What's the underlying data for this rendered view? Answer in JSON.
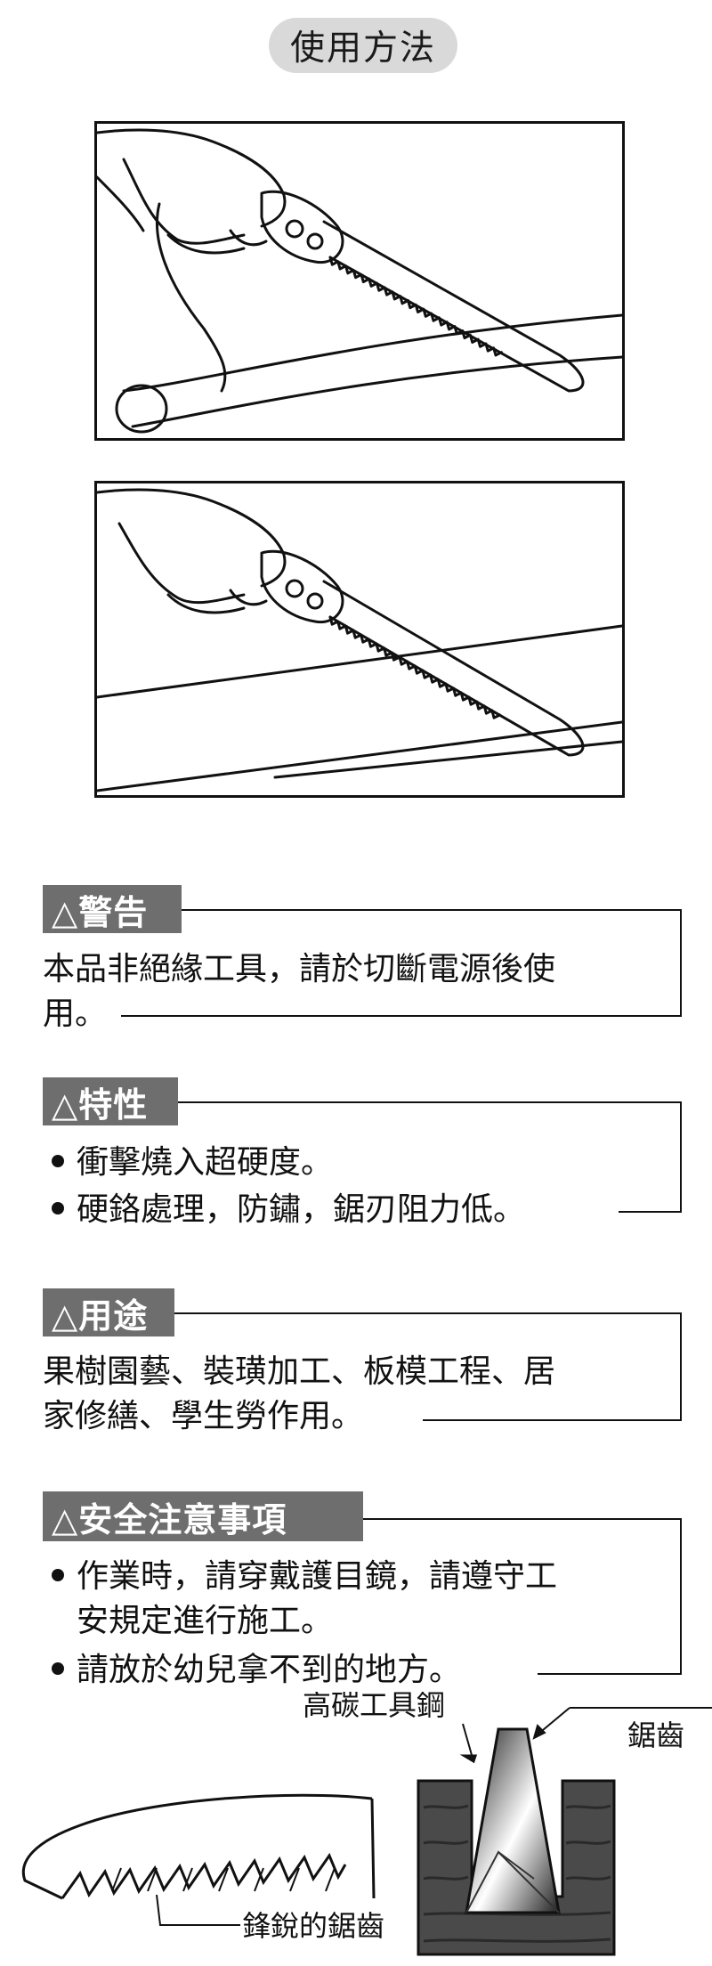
{
  "title": "使用方法",
  "sections": {
    "warning": {
      "icon": "warning-triangle-icon",
      "header": "△警告",
      "line1": "本品非絕緣工具，請於切斷電源後使",
      "line2": "用。"
    },
    "features": {
      "icon": "warning-triangle-icon",
      "header": "△特性",
      "bullets": [
        "衝擊燒入超硬度。",
        "硬鉻處理，防鏽，鋸刃阻力低。"
      ]
    },
    "uses": {
      "icon": "warning-triangle-icon",
      "header": "△用途",
      "line1": "果樹園藝、裝璜加工、板模工程、居",
      "line2": "家修繕、學生勞作用。"
    },
    "safety": {
      "icon": "warning-triangle-icon",
      "header": "△安全注意事項",
      "bullet1_line1": "作業時，請穿戴護目鏡，請遵守工",
      "bullet1_line2": "安規定進行施工。",
      "bullet2": "請放於幼兒拿不到的地方。"
    }
  },
  "diagram": {
    "label_steel": "高碳工具鋼",
    "label_teeth": "鋸齒",
    "label_sharp_teeth": "鋒銳的鋸齒"
  },
  "colors": {
    "header_bg": "#6e6e6e",
    "pill_bg": "#d9d9d9",
    "ink": "#111111"
  }
}
